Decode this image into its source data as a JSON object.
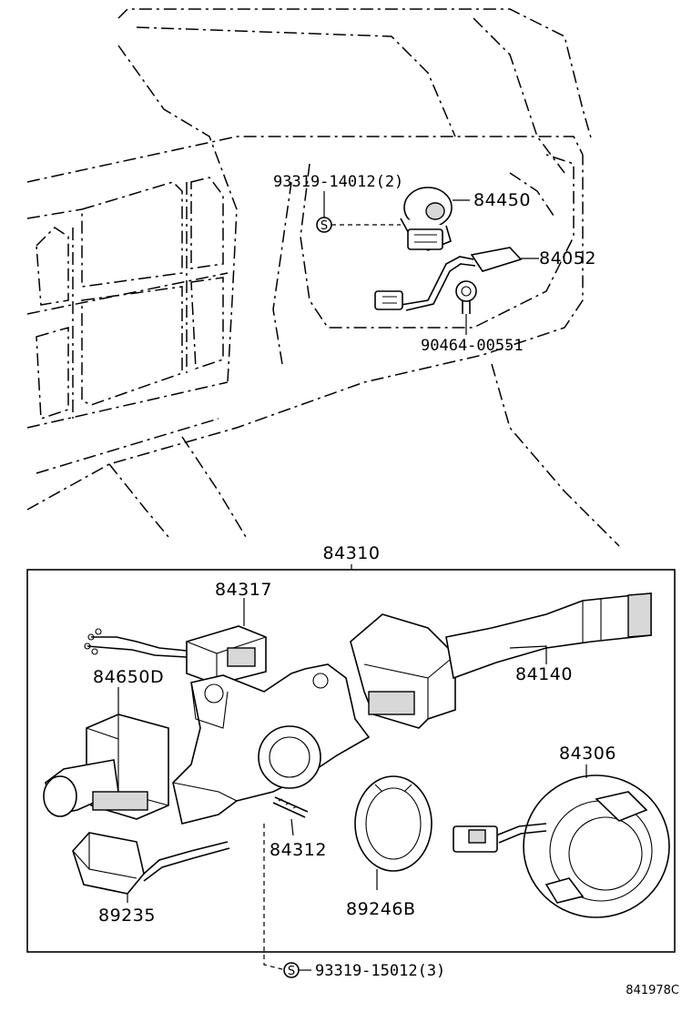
{
  "parts": {
    "upper": {
      "screw_group": "93319-14012(2)",
      "sensor": "84450",
      "harness": "84052",
      "bolt": "90464-00551",
      "screw_symbol": "S"
    },
    "assembly": {
      "assembly_no": "84310",
      "relay": "84317",
      "headlamp_switch": "84650D",
      "wiper_switch": "84140",
      "spiral_cable": "84306",
      "pin": "84312",
      "horn_switch": "89235",
      "ring": "89246B",
      "screw_group": "93319-15012(3)",
      "screw_symbol": "S"
    },
    "figure_code": "841978C"
  }
}
